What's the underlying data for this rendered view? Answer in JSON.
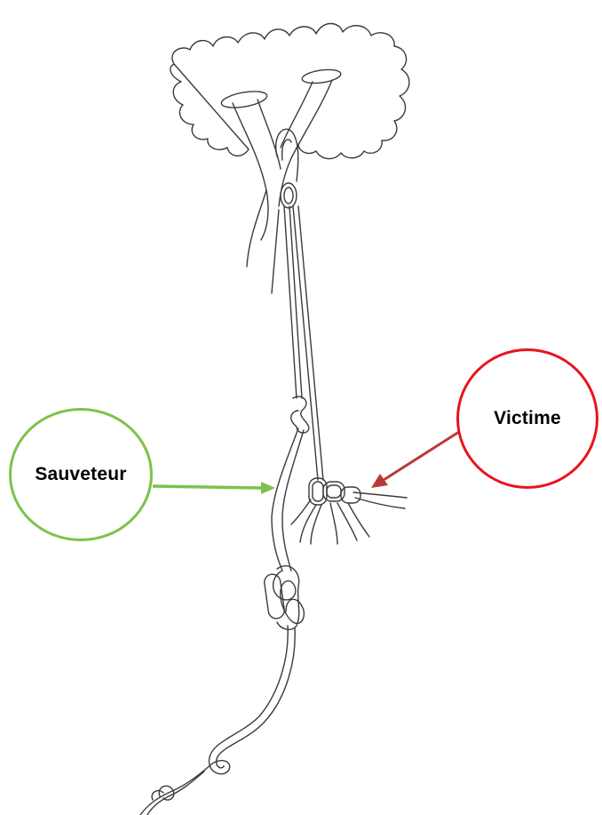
{
  "labels": {
    "rescuer": "Sauveteur",
    "victim": "Victime"
  },
  "colors": {
    "rescuer_accent": "#7dc24b",
    "victim_accent": "#e8141b",
    "victim_arrow": "#b83a38",
    "line_drawing": "#3a3a3a"
  },
  "illustration": {
    "subject": "rope-rescue-rig-hanging-from-tree",
    "icon": "tree-canopy-with-rope-system"
  }
}
